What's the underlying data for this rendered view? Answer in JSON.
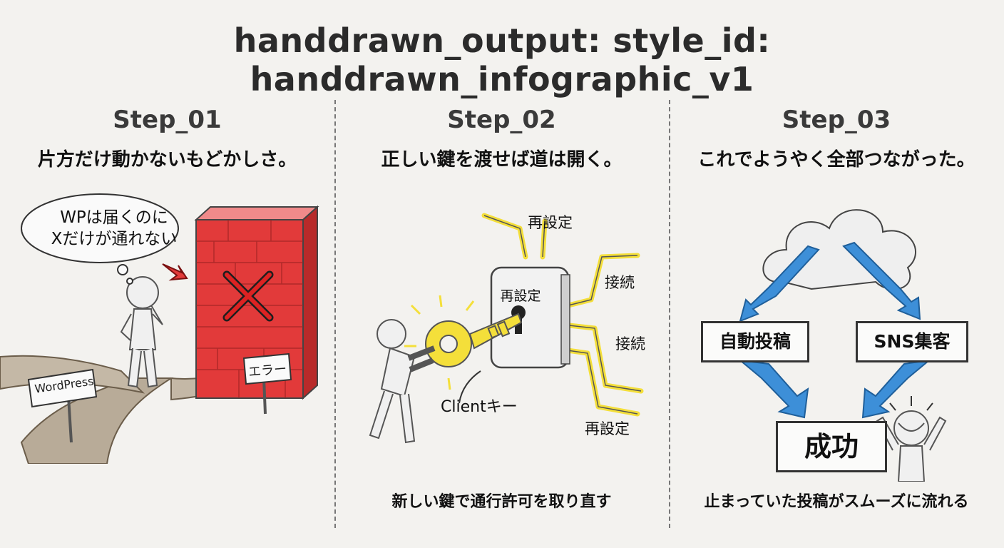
{
  "title": "handdrawn_output: style_id: handdrawn_infographic_v1",
  "steps": [
    {
      "label": "Step_01",
      "caption": "片方だけ動かないもどかしさ。",
      "bubble_line1": "WPは届くのに",
      "bubble_line2": "Xだけが通れない",
      "sign_left": "WordPress",
      "sign_right": "エラー"
    },
    {
      "label": "Step_02",
      "caption": "正しい鍵を渡せば道は開く。",
      "lock_label": "再設定",
      "top_label": "再設定",
      "connect_1": "接続",
      "connect_2": "接続",
      "bottom_right": "再設定",
      "key_label": "Clientキー",
      "bottom_caption": "新しい鍵で通行許可を取り直す"
    },
    {
      "label": "Step_03",
      "caption": "これでようやく全部つながった。",
      "box_left": "自動投稿",
      "box_right": "SNS集客",
      "box_bottom": "成功",
      "bottom_caption": "止まっていた投稿がスムーズに流れる"
    }
  ],
  "colors": {
    "wall_red": "#e23a3a",
    "key_yellow": "#f4df3a",
    "flow_blue": "#3d8fd8"
  }
}
